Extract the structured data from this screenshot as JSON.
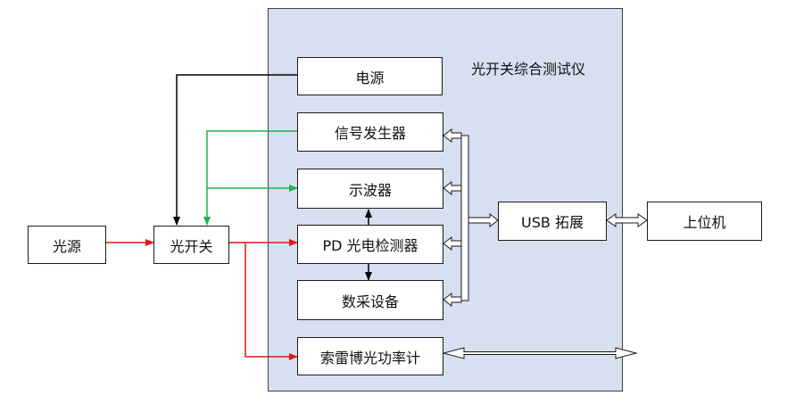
{
  "diagram": {
    "panel_title": "光开关综合测试仪",
    "outer": {
      "light_source": "光源",
      "optical_switch": "光开关",
      "host_computer": "上位机"
    },
    "modules": {
      "power_supply": "电源",
      "signal_generator": "信号发生器",
      "oscilloscope": "示波器",
      "pd_detector": "PD 光电检测器",
      "data_acquisition": "数采设备",
      "thorlabs_power_meter": "索雷博光功率计",
      "usb_hub": "USB 拓展"
    }
  },
  "colors": {
    "panel_fill": "#d6e0f0",
    "red_link": "#e8141c",
    "green_link": "#20b04b",
    "black_link": "#000000",
    "bus_fill": "#ffffff"
  }
}
